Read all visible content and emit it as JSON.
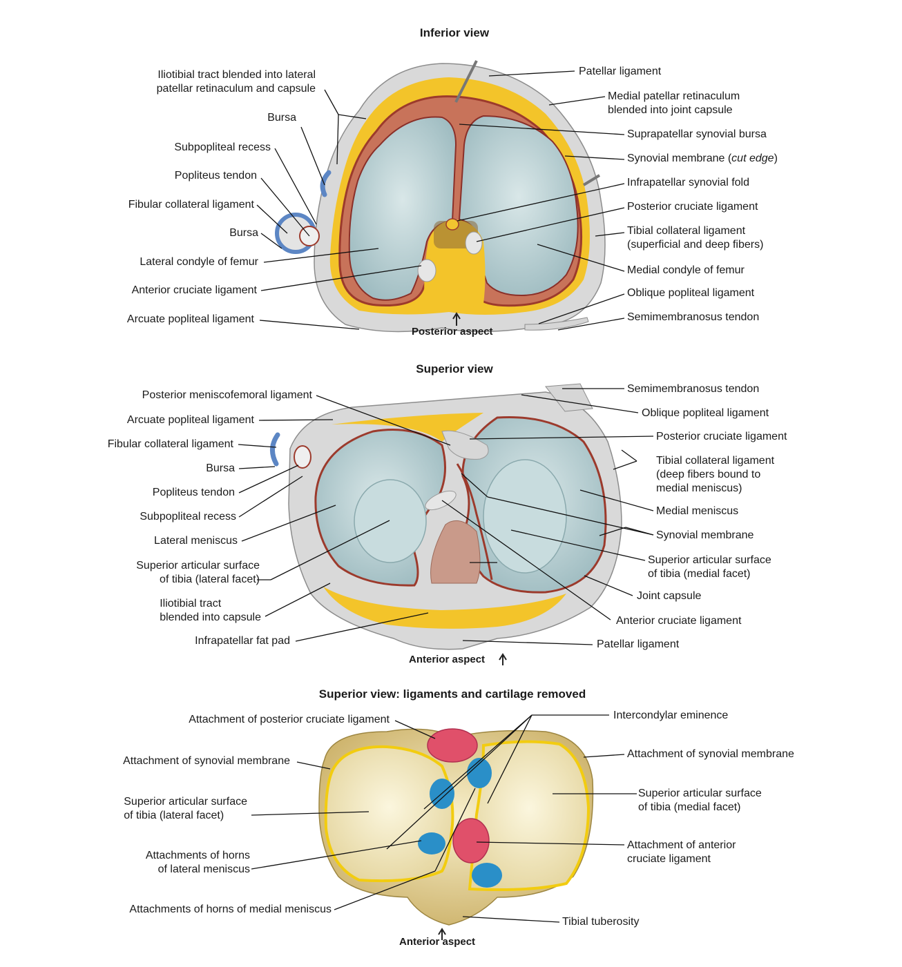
{
  "titles": {
    "inferior": "Inferior view",
    "superior": "Superior view",
    "removed": "Superior view: ligaments and cartilage removed"
  },
  "aspects": {
    "posterior": "Posterior aspect",
    "anterior1": "Anterior aspect",
    "anterior2": "Anterior aspect"
  },
  "inferior": {
    "left": {
      "iliotibial_1": "Iliotibial tract blended into lateral",
      "iliotibial_2": "patellar retinaculum and capsule",
      "bursa_top": "Bursa",
      "subpopliteal": "Subpopliteal recess",
      "popliteus": "Popliteus tendon",
      "fibular_collateral": "Fibular collateral ligament",
      "bursa": "Bursa",
      "lateral_condyle": "Lateral condyle of femur",
      "acl": "Anterior cruciate ligament",
      "arcuate": "Arcuate popliteal ligament"
    },
    "right": {
      "patellar_lig": "Patellar ligament",
      "medial_retinaculum_1": "Medial patellar retinaculum",
      "medial_retinaculum_2": "blended into joint capsule",
      "suprapatellar": "Suprapatellar synovial bursa",
      "synovial_cut_a": "Synovial membrane (",
      "synovial_cut_b": "cut edge",
      "synovial_cut_c": ")",
      "infrapatellar_fold": "Infrapatellar synovial fold",
      "pcl": "Posterior cruciate ligament",
      "tibial_collateral_1": "Tibial collateral ligament",
      "tibial_collateral_2": "(superficial and deep fibers)",
      "medial_condyle": "Medial condyle of femur",
      "oblique_popliteal": "Oblique popliteal ligament",
      "semimembranosus": "Semimembranosus tendon"
    }
  },
  "superior": {
    "left": {
      "post_meniscofemoral": "Posterior meniscofemoral ligament",
      "arcuate": "Arcuate popliteal ligament",
      "fibular_collateral": "Fibular collateral ligament",
      "bursa": "Bursa",
      "popliteus": "Popliteus tendon",
      "subpopliteal": "Subpopliteal recess",
      "lateral_meniscus": "Lateral meniscus",
      "sup_art_lat_1": "Superior articular surface",
      "sup_art_lat_2": "of tibia (lateral facet)",
      "iliotibial_1": "Iliotibial tract",
      "iliotibial_2": "blended into capsule",
      "infrapatellar_fat": "Infrapatellar fat pad"
    },
    "right": {
      "semimembranosus": "Semimembranosus tendon",
      "oblique_popliteal": "Oblique popliteal ligament",
      "pcl": "Posterior cruciate ligament",
      "tibial_collateral_1": "Tibial collateral ligament",
      "tibial_collateral_2": "(deep fibers bound to",
      "tibial_collateral_3": "medial meniscus)",
      "medial_meniscus": "Medial meniscus",
      "synovial": "Synovial membrane",
      "sup_art_med_1": "Superior articular surface",
      "sup_art_med_2": "of tibia (medial facet)",
      "joint_capsule": "Joint capsule",
      "acl": "Anterior cruciate ligament",
      "patellar_lig": "Patellar ligament"
    }
  },
  "removed": {
    "left": {
      "att_pcl": "Attachment of posterior cruciate ligament",
      "att_synovial": "Attachment of synovial membrane",
      "sup_art_lat_1": "Superior articular surface",
      "sup_art_lat_2": "of tibia (lateral facet)",
      "horns_lat_1": "Attachments of horns",
      "horns_lat_2": "of lateral meniscus",
      "horns_med": "Attachments of horns of medial meniscus"
    },
    "right": {
      "intercondylar": "Intercondylar eminence",
      "att_synovial": "Attachment of synovial membrane",
      "sup_art_med_1": "Superior articular surface",
      "sup_art_med_2": "of tibia (medial facet)",
      "att_acl_1": "Attachment of anterior",
      "att_acl_2": "cruciate ligament",
      "tibial_tuberosity": "Tibial tuberosity"
    }
  },
  "colors": {
    "capsule": "#dcdcdc",
    "fat": "#f4c631",
    "cartilage": "#c5d9dc",
    "synovial": "#b84a3a",
    "bursa": "#5c86c4",
    "bone": "#efe3ad",
    "pcl_attachment": "#e0506a",
    "meniscus_attachment": "#2a8fc8",
    "synovial_line": "#f2cc10"
  }
}
